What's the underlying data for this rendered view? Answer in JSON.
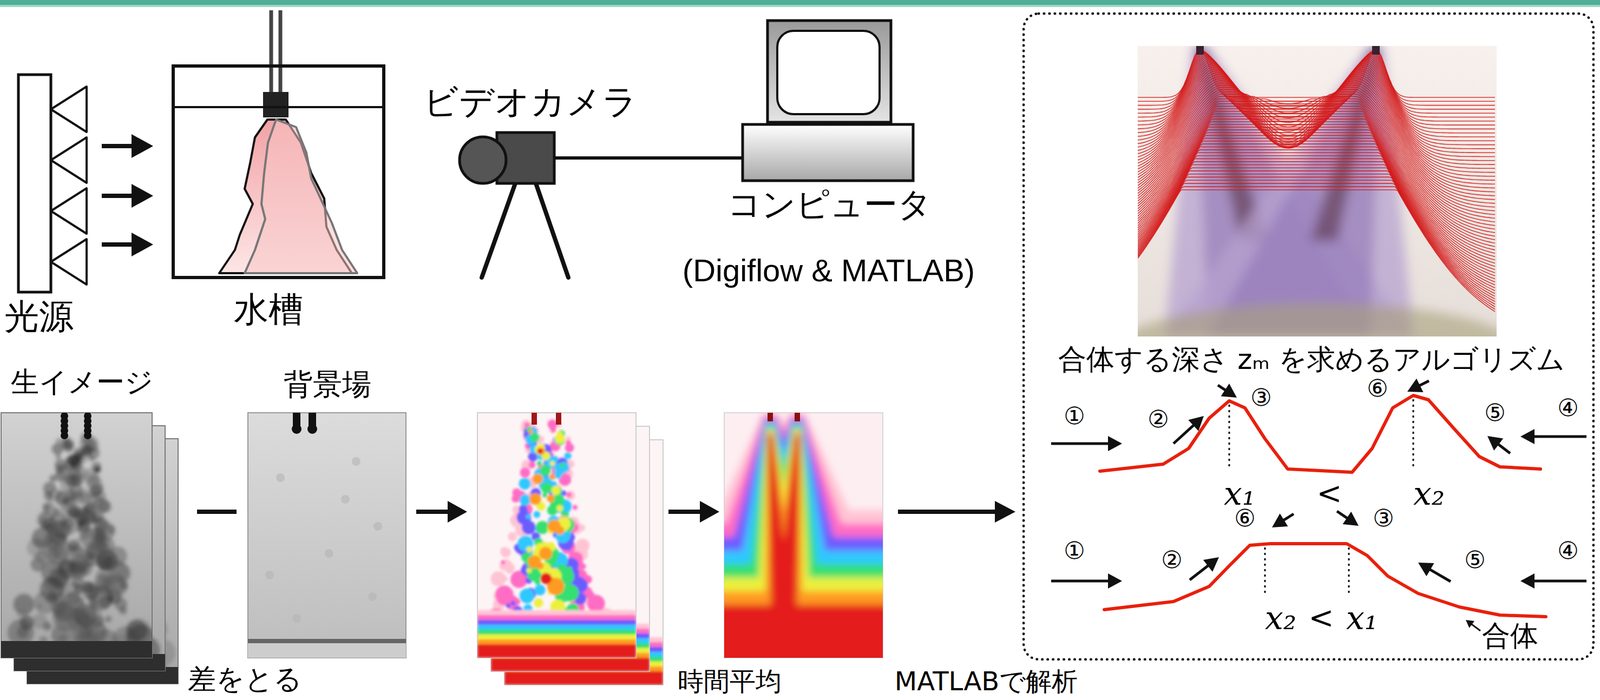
{
  "diagram": {
    "nodes": [
      {
        "text": [
          "光源"
        ]
      },
      {
        "text": [
          "水槽"
        ]
      },
      {
        "text": [
          "ビデオカメラ"
        ]
      },
      {
        "text": [
          "コンピュータ",
          "(Digiflow & MATLAB)"
        ]
      },
      {
        "text": [
          "生イメージ"
        ]
      },
      {
        "text": [
          "背景場"
        ]
      },
      {
        "text": [
          "時間平均"
        ]
      },
      {
        "text": [
          "合体する深さ zₘ を求めるアルゴリズム"
        ]
      }
    ],
    "edges": [
      {
        "from": 0,
        "to": 1,
        "arrow": "to"
      },
      {
        "from": 0,
        "to": 1,
        "arrow": "to"
      },
      {
        "from": 0,
        "to": 1,
        "arrow": "to"
      },
      {
        "from": 2,
        "to": 3,
        "arrow": "none"
      },
      {
        "from": 6,
        "to": 7,
        "arrow": "to"
      }
    ],
    "labels": [
      "差をとる",
      "MATLABで解析",
      "①",
      "②",
      "③",
      "⑥",
      "⑤",
      "④",
      "x₁",
      "<",
      "x₂",
      "①",
      "②",
      "⑥",
      "③",
      "⑤",
      "④",
      "x₂",
      "<",
      "x₁",
      "合体"
    ]
  }
}
